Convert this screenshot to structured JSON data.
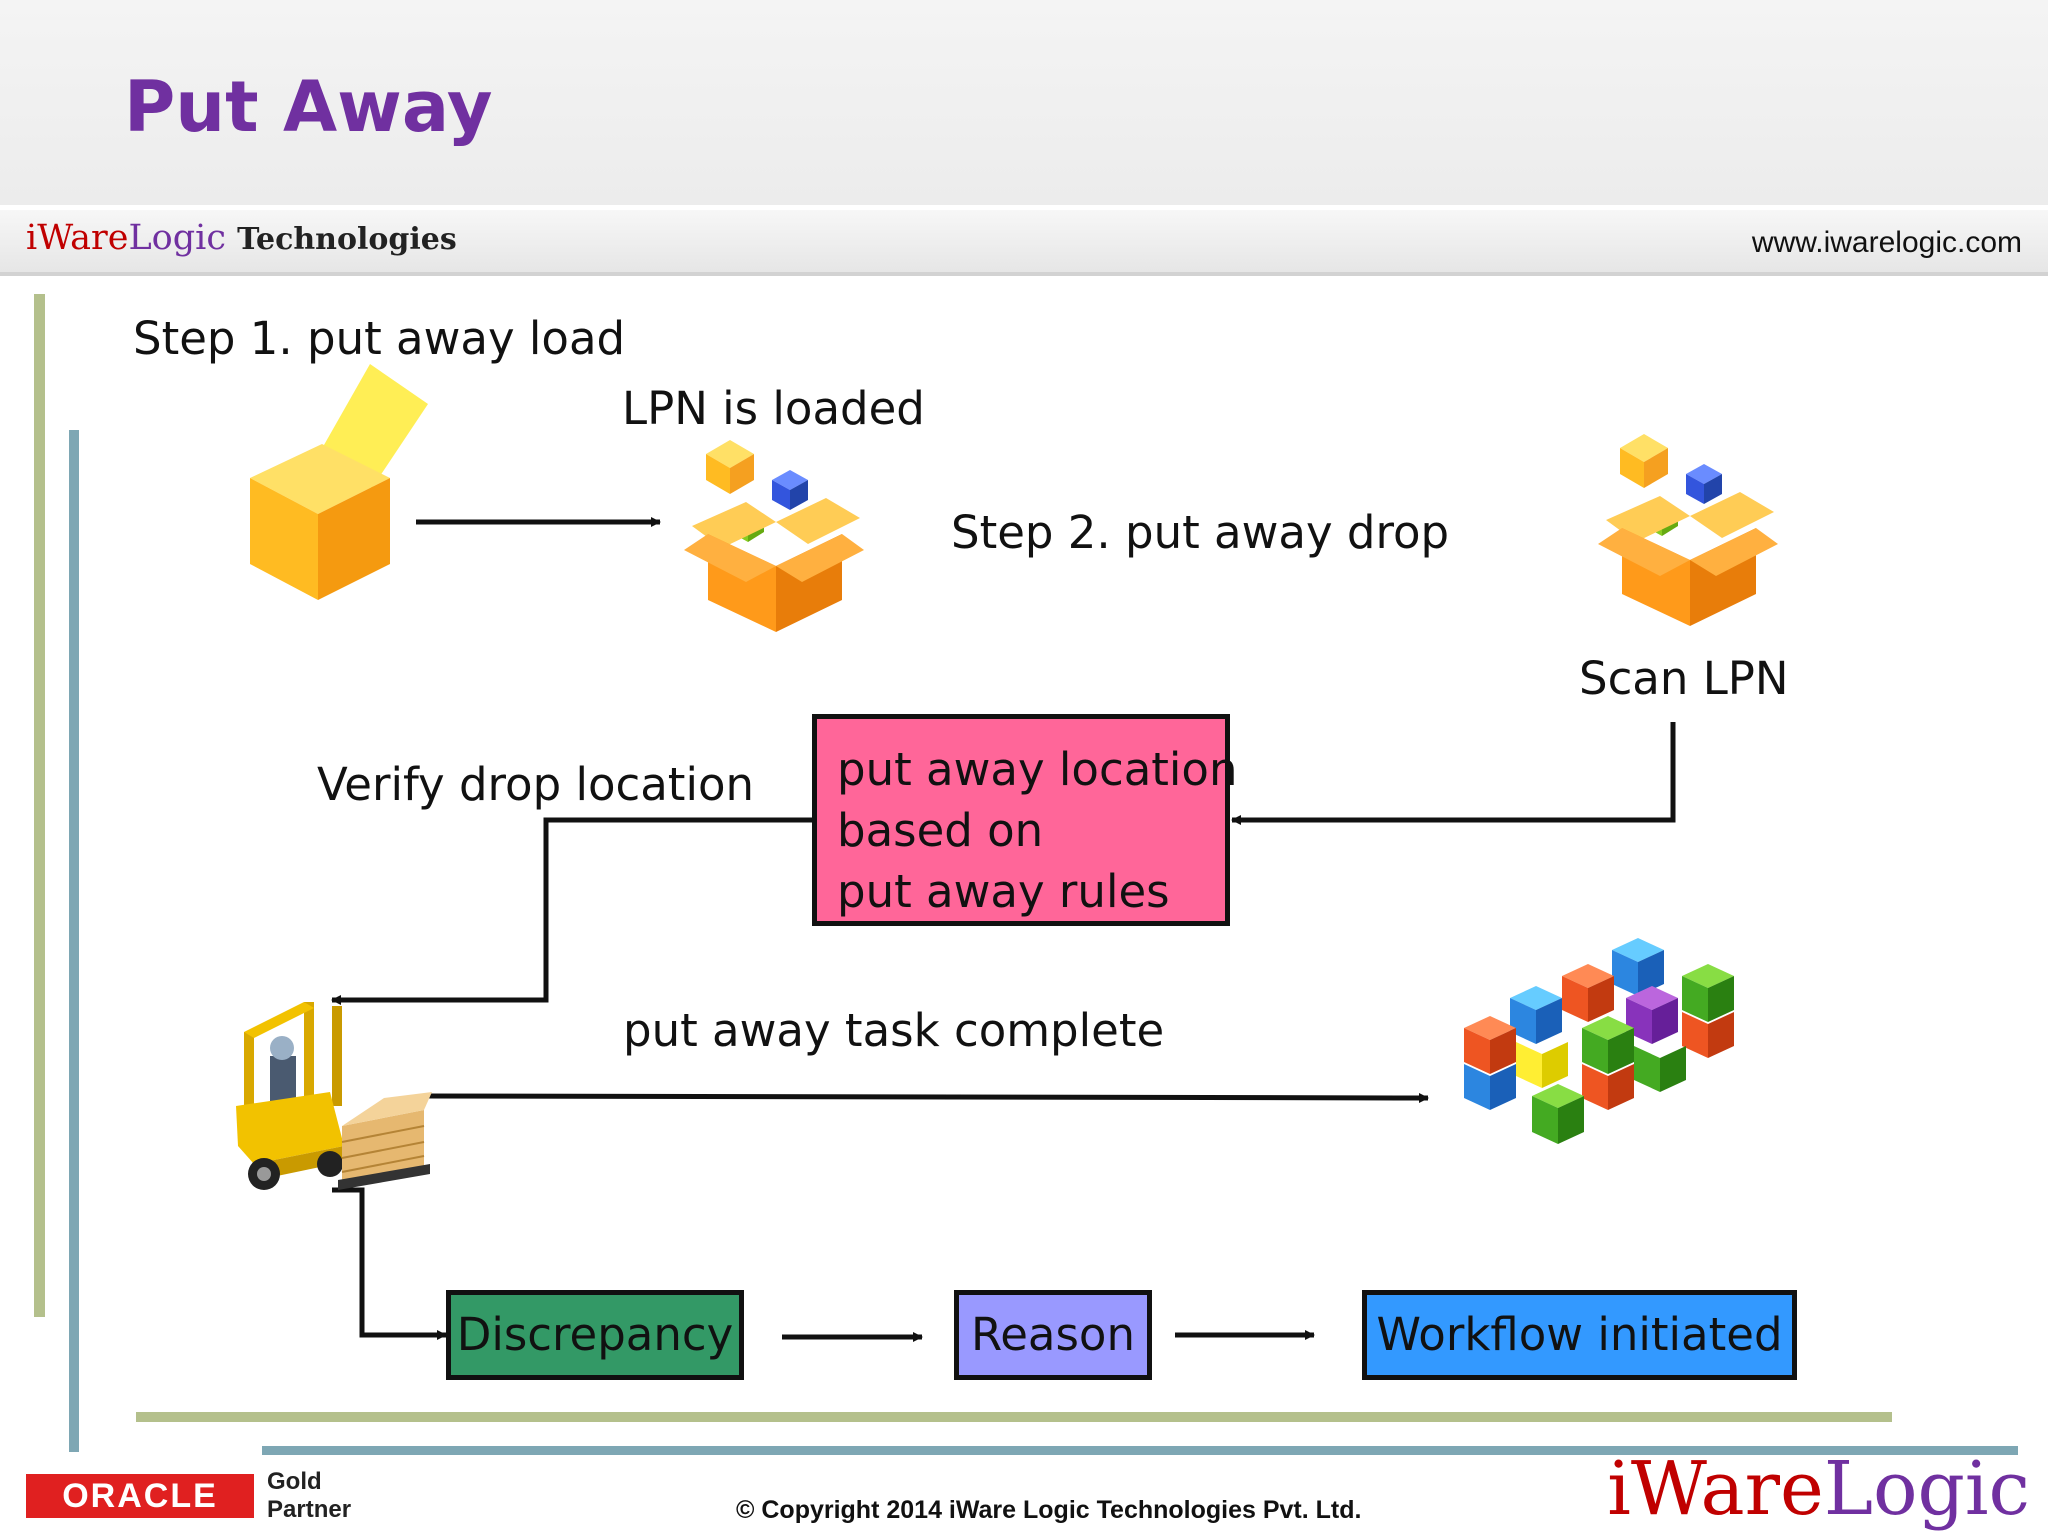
{
  "slide": {
    "title": "Put Away",
    "brand": {
      "part1": "iWare",
      "part2": "Logic",
      "part3": "Technologies"
    },
    "url": "www.iwarelogic.com"
  },
  "diagram": {
    "step1": "Step 1. put away load",
    "lpn_loaded": "LPN is loaded",
    "step2": "Step 2. put away drop",
    "scan_lpn": "Scan LPN",
    "verify_drop": "Verify drop location",
    "rule_box": [
      "put away location",
      "based on",
      "put away rules"
    ],
    "task_complete": "put away task complete",
    "discrepancy": "Discrepancy",
    "reason": "Reason",
    "workflow": "Workflow initiated"
  },
  "footer": {
    "oracle": "ORACLE",
    "gold": "Gold",
    "partner": "Partner",
    "copyright": "© Copyright 2014 iWare Logic Technologies Pvt. Ltd.",
    "logo": {
      "part1": "iWare",
      "part2": "Logic"
    }
  },
  "colors": {
    "title": "#7030a0",
    "rule_box": "#ff6699",
    "discrepancy": "#339966",
    "reason": "#9999ff",
    "workflow": "#3399ff"
  }
}
